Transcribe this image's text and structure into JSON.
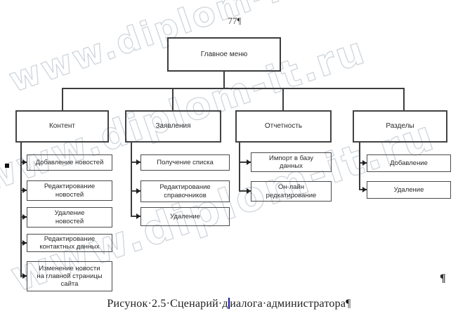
{
  "page": {
    "page_number": "77",
    "pilcrow": "¶",
    "end_pilcrow": "¶"
  },
  "watermark": {
    "text": "www.diplom-it.ru"
  },
  "chart": {
    "root": {
      "label": "Главное меню"
    },
    "branches": [
      {
        "label": "Контент",
        "children": [
          "Добавление новостей",
          "Редактирование\nновостей",
          "Удаление\nновостей",
          "Редактирование\nконтактных данных",
          "Изменение новости\nна главной страницы\nсайта"
        ]
      },
      {
        "label": "Заявления",
        "children": [
          "Получение списка",
          "Редактирование\nсправочников",
          "Удаление"
        ]
      },
      {
        "label": "Отчетность",
        "children": [
          "Импорт в базу\nданных",
          "Он-лайн\nредкатирование"
        ]
      },
      {
        "label": "Разделы",
        "children": [
          "Добавление",
          "Удаление"
        ]
      }
    ]
  },
  "caption": {
    "part1": "Рисунок·2.5·Сценарий·д",
    "part2": "иалога·администратора",
    "pilcrow": "¶"
  }
}
